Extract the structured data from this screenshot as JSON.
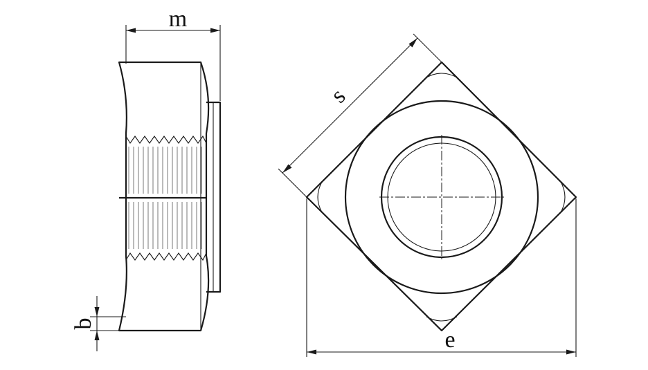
{
  "dimensions": {
    "m": "m",
    "s": "s",
    "e": "e",
    "b": "b"
  },
  "colors": {
    "line": "#1a1a1a",
    "background": "#ffffff"
  }
}
